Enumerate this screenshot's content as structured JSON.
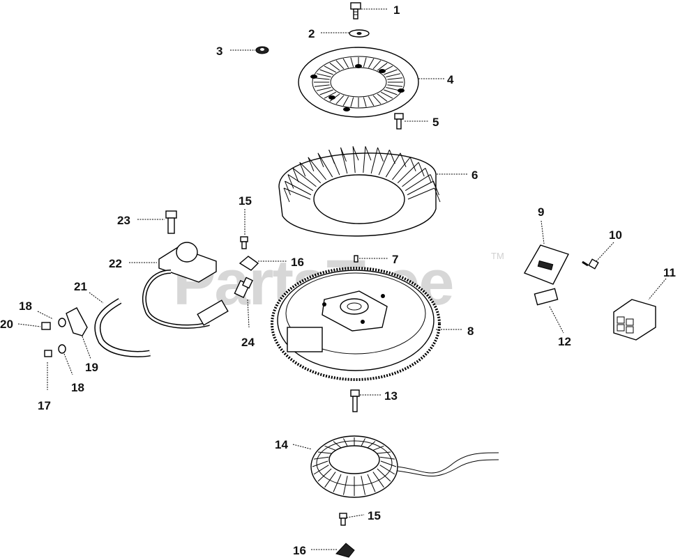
{
  "watermark": {
    "text": "PartsTree",
    "trademark": "TM"
  },
  "callouts": {
    "c1": "1",
    "c2": "2",
    "c3": "3",
    "c4": "4",
    "c5": "5",
    "c6": "6",
    "c7": "7",
    "c8": "8",
    "c9": "9",
    "c10": "10",
    "c11": "11",
    "c12": "12",
    "c13": "13",
    "c14": "14",
    "c15a": "15",
    "c15b": "15",
    "c16a": "16",
    "c16b": "16",
    "c17": "17",
    "c18a": "18",
    "c18b": "18",
    "c19": "19",
    "c20": "20",
    "c21": "21",
    "c22": "22",
    "c23": "23",
    "c24": "24"
  }
}
